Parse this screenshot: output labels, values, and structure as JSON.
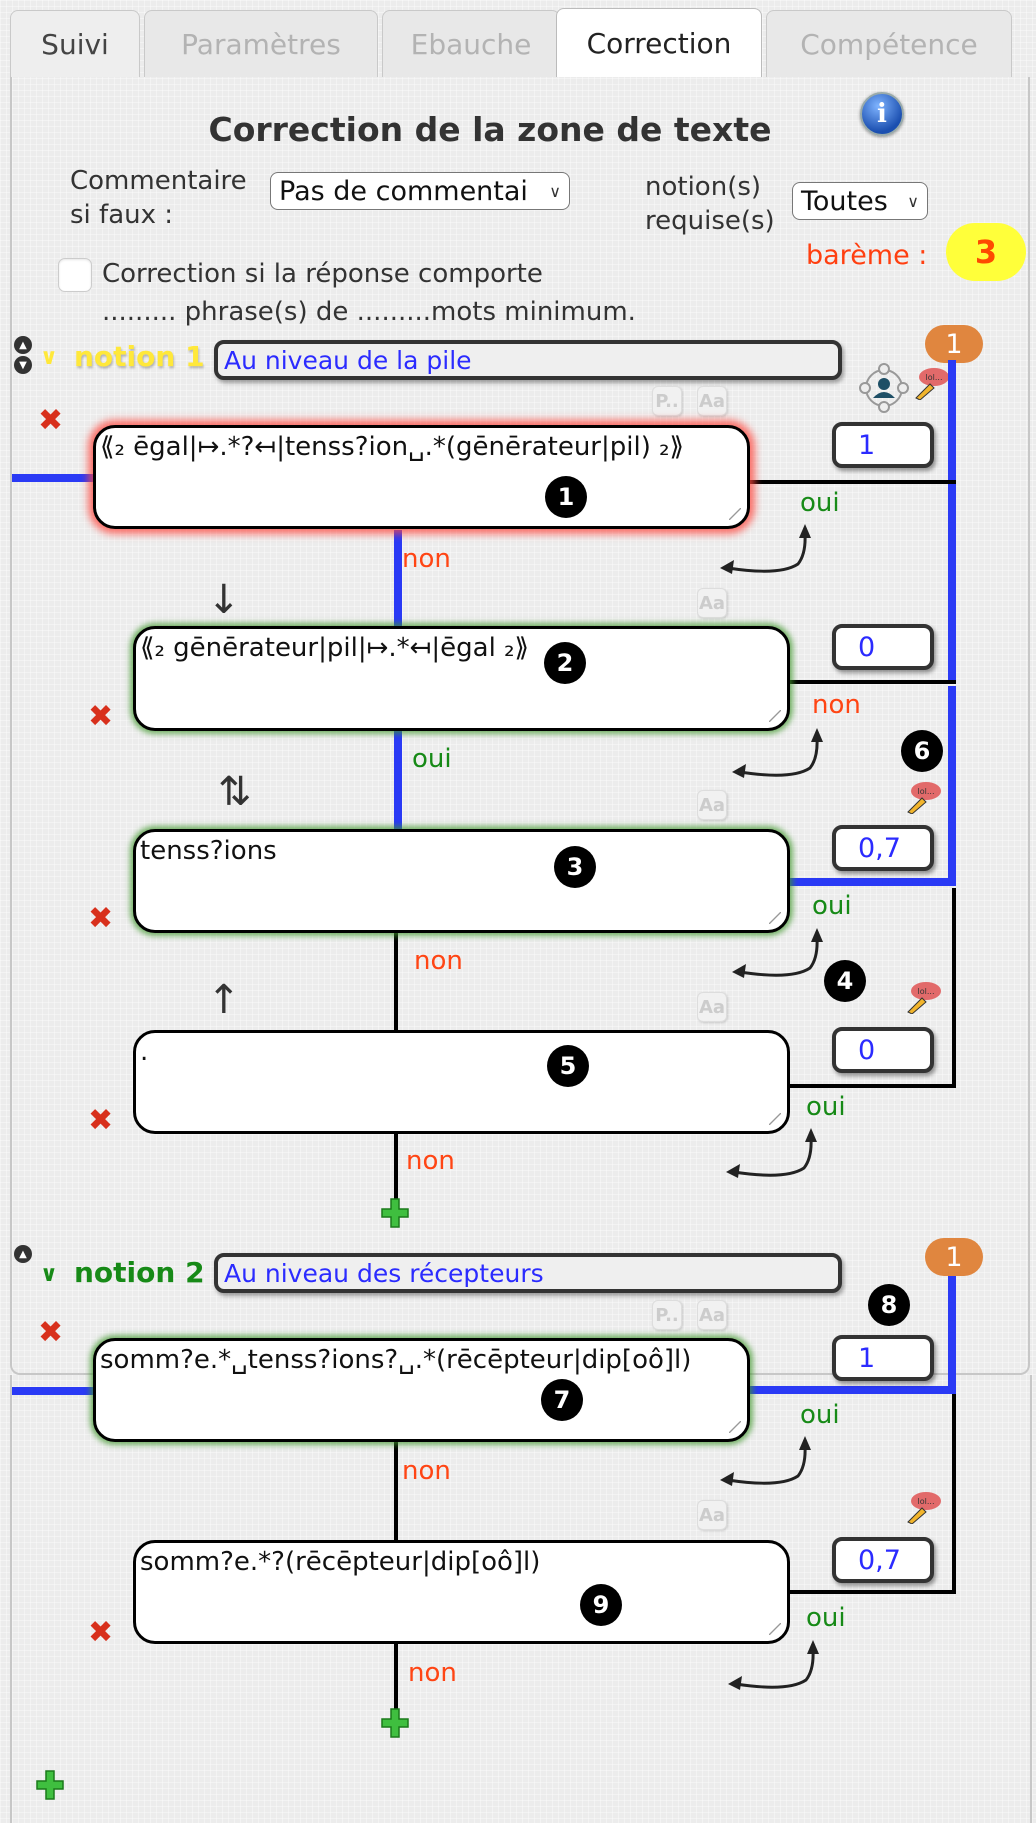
{
  "tabs": [
    {
      "label": "Suivi",
      "active": false
    },
    {
      "label": "Paramètres",
      "active": false
    },
    {
      "label": "Ebauche",
      "active": false
    },
    {
      "label": "Correction",
      "active": true
    },
    {
      "label": "Compétence",
      "active": false
    }
  ],
  "header": {
    "title": "Correction de la zone de texte",
    "info_icon": "info-icon"
  },
  "settings": {
    "comment_label_line1": "Commentaire",
    "comment_label_line2": "si faux :",
    "comment_select_value": "Pas de commentai",
    "notions_label_line1": "notion(s)",
    "notions_label_line2": "requise(s)",
    "notions_select_value": "Toutes",
    "bareme_label": "barème :",
    "bareme_value": "3",
    "condition_checked": false,
    "condition_line1": "Correction si la réponse comporte",
    "condition_line2": "......... phrase(s) de .........mots minimum."
  },
  "labels": {
    "oui": "oui",
    "non": "non",
    "delete": "✖",
    "p_button": "P..",
    "aa_button": "Aa",
    "lol": "lol..."
  },
  "colors": {
    "accent_blue": "#2a3af5",
    "notion1_color": "#ffe83a",
    "notion2_color": "#178a17",
    "bareme_badge": "#ffff3a",
    "count_badge": "#e0863f",
    "oui": "#178a17",
    "non": "#ff4514"
  },
  "notions": [
    {
      "label": "notion 1",
      "title": "Au niveau de la pile",
      "count": "1",
      "rules": [
        {
          "id": "1",
          "pattern": "⟪₂ ēgal|↦.*?↤|tenss?ion␣.*(gēnērateur|pil) ₂⟫",
          "score": "1",
          "glow": "red"
        },
        {
          "id": "2",
          "pattern": "⟪₂ gēnērateur|pil|↦.*↤|ēgal ₂⟫",
          "score": "0",
          "glow": "green"
        },
        {
          "id": "3",
          "pattern": "tenss?ions",
          "score": "0,7",
          "glow": "green"
        },
        {
          "id": "5",
          "pattern": ".",
          "score": "0",
          "glow": "none"
        }
      ],
      "extra_badges": [
        "4",
        "6"
      ]
    },
    {
      "label": "notion 2",
      "title": "Au niveau des récepteurs",
      "count": "1",
      "rules": [
        {
          "id": "7",
          "pattern": "somm?e.*␣tenss?ions?␣.*(rēcēpteur|dip[oô]l)",
          "score": "1",
          "glow": "green"
        },
        {
          "id": "9",
          "pattern": "somm?e.*?(rēcēpteur|dip[oô]l)",
          "score": "0,7",
          "glow": "none"
        }
      ],
      "extra_badges": [
        "8"
      ]
    }
  ]
}
